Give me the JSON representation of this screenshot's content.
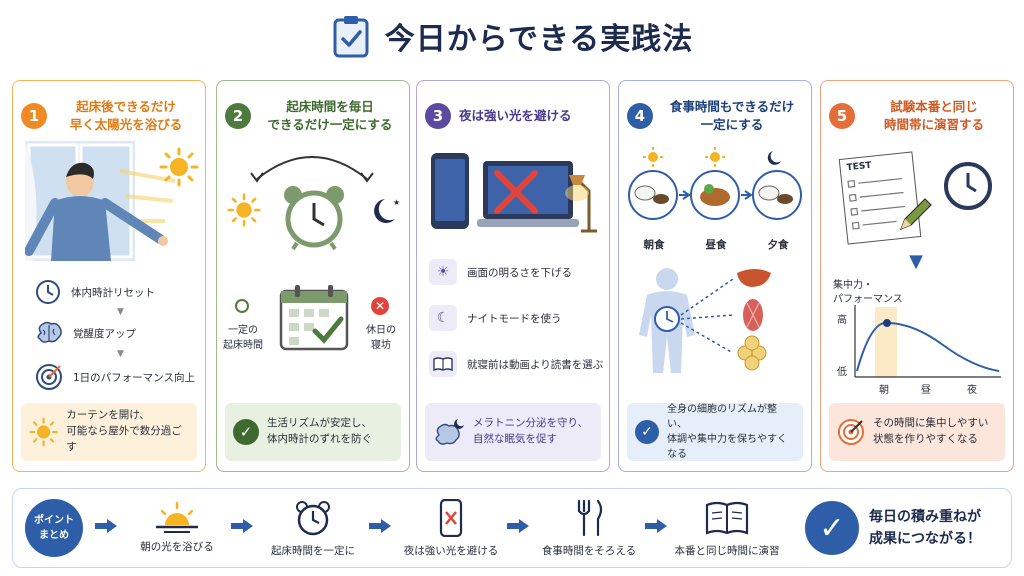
{
  "title": "今日からできる実践法",
  "cards": [
    {
      "num": "1",
      "heading_line1": "起床後できるだけ",
      "heading_line2": "早く太陽光を浴びる",
      "steps": [
        "体内時計リセット",
        "覚醒度アップ",
        "1日のパフォーマンス向上"
      ],
      "footer_line1": "カーテンを開け、",
      "footer_line2": "可能なら屋外で数分過ごす"
    },
    {
      "num": "2",
      "heading_line1": "起床時間を毎日",
      "heading_line2": "できるだけ一定にする",
      "left_label_line1": "一定の",
      "left_label_line2": "起床時間",
      "right_label_line1": "休日の",
      "right_label_line2": "寝坊",
      "footer_line1": "生活リズムが安定し、",
      "footer_line2": "体内時計のずれを防ぐ"
    },
    {
      "num": "3",
      "heading_line1": "夜は強い光を避ける",
      "tips": [
        "画面の明るさを下げる",
        "ナイトモードを使う",
        "就寝前は動画より読書を選ぶ"
      ],
      "footer_line1": "メラトニン分泌を守り、",
      "footer_line2": "自然な眠気を促す"
    },
    {
      "num": "4",
      "heading_line1": "食事時間もできるだけ",
      "heading_line2": "一定にする",
      "meals": [
        "朝食",
        "昼食",
        "夕食"
      ],
      "footer_line1": "全身の細胞のリズムが整い、",
      "footer_line2": "体調や集中力を保ちやすくなる"
    },
    {
      "num": "5",
      "heading_line1": "試験本番と同じ",
      "heading_line2": "時間帯に演習する",
      "paper_label": "TEST",
      "chart_ylabel_line1": "集中力・",
      "chart_ylabel_line2": "パフォーマンス",
      "chart_high": "高",
      "chart_low": "低",
      "chart_x": [
        "朝",
        "昼",
        "夜"
      ],
      "footer_line1": "その時間に集中しやすい",
      "footer_line2": "状態を作りやすくなる"
    }
  ],
  "summary": {
    "badge_line1": "ポイント",
    "badge_line2": "まとめ",
    "steps": [
      "朝の光を浴びる",
      "起床時間を一定に",
      "夜は強い光を避ける",
      "食事時間をそろえる",
      "本番と同じ時間に演習"
    ],
    "conclusion_line1": "毎日の積み重ねが",
    "conclusion_line2": "成果につながる！"
  },
  "colors": {
    "orange": "#ef8a25",
    "green": "#4e7a3e",
    "purple": "#5b4aa0",
    "blue": "#2f5ea8",
    "coral": "#e46d3a",
    "navy": "#1d2b4f"
  }
}
